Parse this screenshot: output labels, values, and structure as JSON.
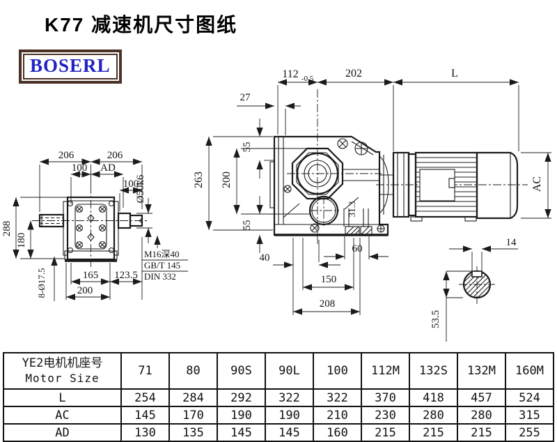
{
  "page": {
    "title": "K77 减速机尺寸图纸",
    "logo": "BOSERL"
  },
  "front_view": {
    "dim_206_left": "206",
    "dim_206_right": "206",
    "dim_100_top": "100",
    "dim_ad": "AD",
    "dim_100_right": "100",
    "dim_shaft_dia": "Ø50k6",
    "dim_288": "288",
    "dim_180": "180",
    "dim_holes": "8-Ø17.5",
    "dim_165": "165",
    "dim_123_5": "123.5",
    "dim_200": "200",
    "note_line1": "M16深40",
    "note_line2": "GB/T 145",
    "note_line3": "DIN 332"
  },
  "side_view": {
    "dim_27": "27",
    "dim_112": "112",
    "dim_112_tol": "-0.5",
    "dim_202": "202",
    "dim_L": "L",
    "dim_55_top": "55",
    "dim_263": "263",
    "dim_200": "200",
    "dim_55_bottom": "55",
    "dim_31_3": "31.3",
    "dim_40": "40",
    "dim_60": "60",
    "dim_150": "150",
    "dim_208": "208",
    "dim_AC": "AC"
  },
  "shaft_section": {
    "dim_14": "14",
    "dim_53_5": "53.5"
  },
  "table": {
    "header": {
      "line1": "YE2电机机座号",
      "line2": "Motor Size"
    },
    "sizes": [
      "71",
      "80",
      "90S",
      "90L",
      "100",
      "112M",
      "132S",
      "132M",
      "160M"
    ],
    "rows": [
      {
        "label": "L",
        "values": [
          "254",
          "284",
          "292",
          "322",
          "322",
          "370",
          "418",
          "457",
          "524"
        ]
      },
      {
        "label": "AC",
        "values": [
          "145",
          "170",
          "190",
          "190",
          "210",
          "230",
          "280",
          "280",
          "315"
        ]
      },
      {
        "label": "AD",
        "values": [
          "130",
          "135",
          "145",
          "145",
          "160",
          "215",
          "215",
          "215",
          "255"
        ]
      }
    ]
  },
  "colors": {
    "line": "#1b1b1b",
    "logo_text": "#2121c4",
    "logo_border": "#4a3227"
  }
}
